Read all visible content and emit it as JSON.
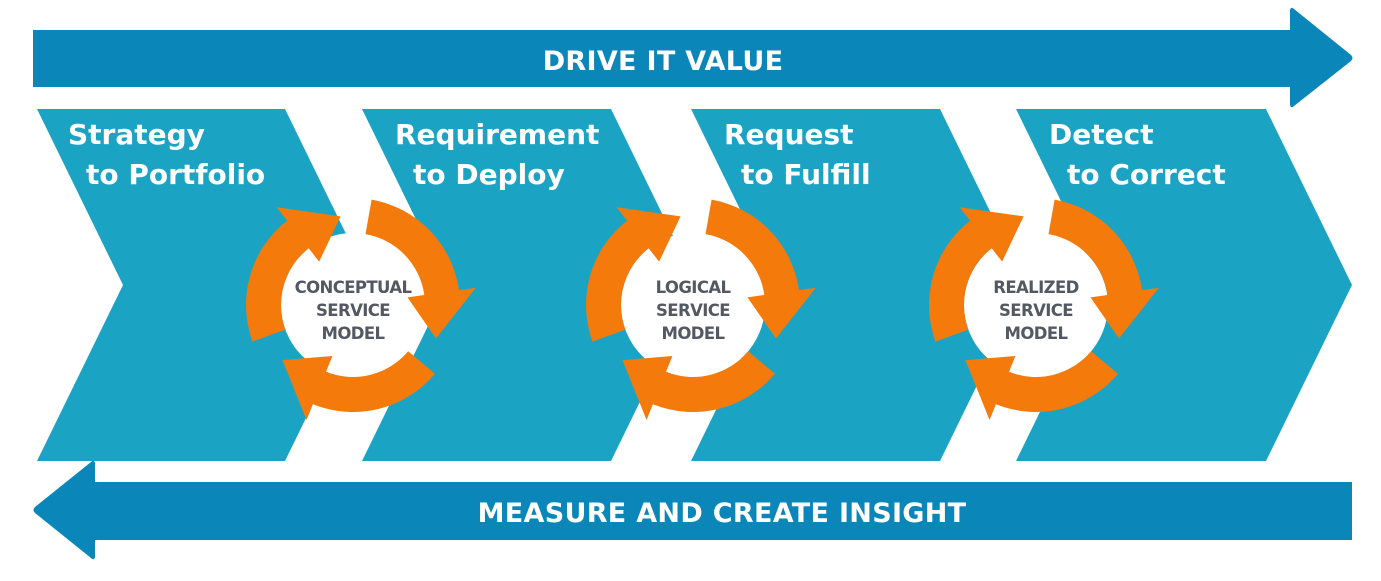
{
  "colors": {
    "arrow_blue": "#0b86b8",
    "chevron_teal": "#1ba3c4",
    "cycle_orange": "#f47a0b",
    "cycle_text": "#545863",
    "background": "#ffffff"
  },
  "top_arrow": {
    "label": "DRIVE IT VALUE",
    "direction": "right"
  },
  "bottom_arrow": {
    "label": "MEASURE AND CREATE INSIGHT",
    "direction": "left"
  },
  "stages": [
    {
      "line1": "Strategy",
      "line2": "to Portfolio"
    },
    {
      "line1": "Requirement",
      "line2": "to Deploy"
    },
    {
      "line1": "Request",
      "line2": "to Fulfill"
    },
    {
      "line1": "Detect",
      "line2": "to Correct"
    }
  ],
  "cycles": [
    {
      "icon": "cycle-arrows-icon",
      "line1": "CONCEPTUAL",
      "line2": "SERVICE",
      "line3": "MODEL"
    },
    {
      "icon": "cycle-arrows-icon",
      "line1": "LOGICAL",
      "line2": "SERVICE",
      "line3": "MODEL"
    },
    {
      "icon": "cycle-arrows-icon",
      "line1": "REALIZED",
      "line2": "SERVICE",
      "line3": "MODEL"
    }
  ]
}
